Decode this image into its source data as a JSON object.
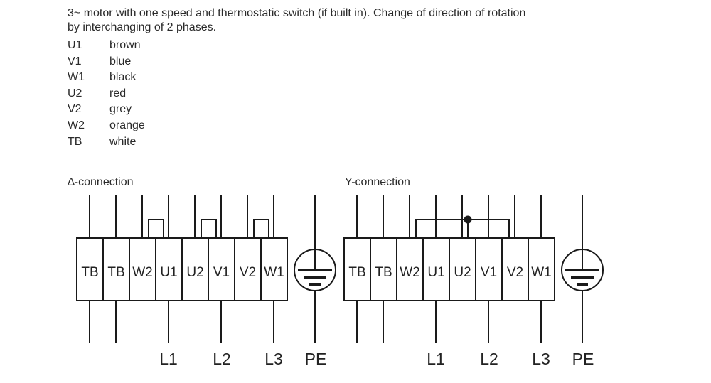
{
  "description": "3~ motor with one speed and thermostatic switch (if built in). Change of direction of rotation by interchanging of 2 phases.",
  "color_codes": [
    {
      "code": "U1",
      "color": "brown"
    },
    {
      "code": "V1",
      "color": "blue"
    },
    {
      "code": "W1",
      "color": "black"
    },
    {
      "code": "U2",
      "color": "red"
    },
    {
      "code": "V2",
      "color": "grey"
    },
    {
      "code": "W2",
      "color": "orange"
    },
    {
      "code": "TB",
      "color": "white"
    }
  ],
  "delta": {
    "title": "∆-connection",
    "terminals": [
      "TB",
      "TB",
      "W2",
      "U1",
      "U2",
      "V1",
      "V2",
      "W1"
    ],
    "lines": [
      "L1",
      "L2",
      "L3"
    ],
    "earth_label": "PE"
  },
  "star": {
    "title": "Y-connection",
    "terminals": [
      "TB",
      "TB",
      "W2",
      "U1",
      "U2",
      "V1",
      "V2",
      "W1"
    ],
    "lines": [
      "L1",
      "L2",
      "L3"
    ],
    "earth_label": "PE"
  }
}
